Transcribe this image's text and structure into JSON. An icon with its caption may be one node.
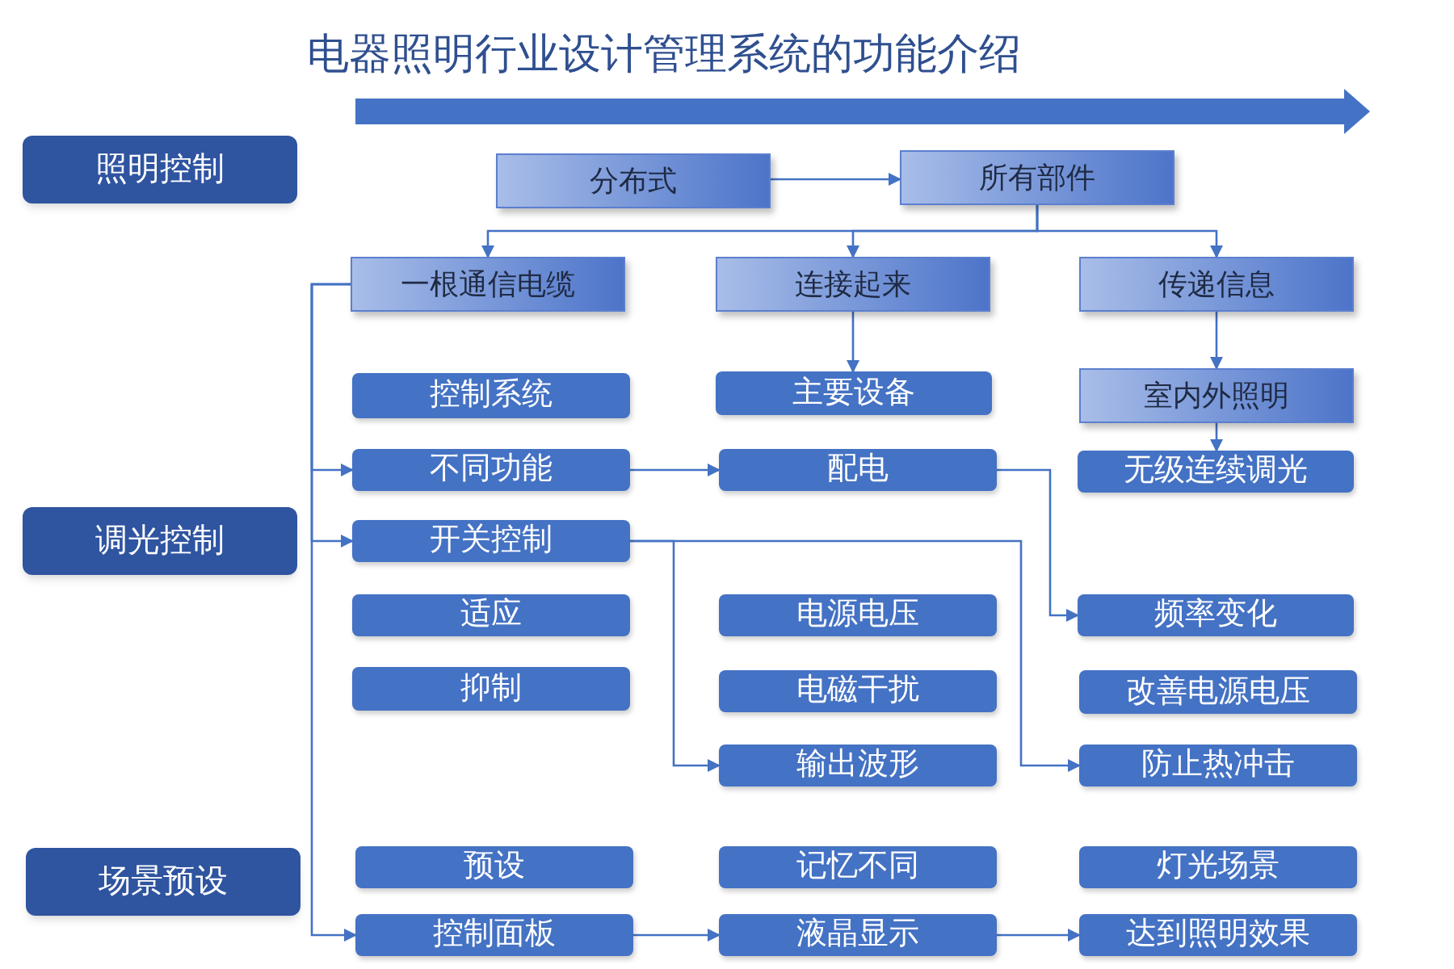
{
  "diagram": {
    "title": "电器照明行业设计管理系统的功能介绍",
    "nodes": [
      {
        "text": [
          "照明控制"
        ]
      },
      {
        "text": [
          "调光控制"
        ]
      },
      {
        "text": [
          "场景预设"
        ]
      },
      {
        "text": [
          "分布式"
        ]
      },
      {
        "text": [
          "所有部件"
        ]
      },
      {
        "text": [
          "一根通信电缆"
        ]
      },
      {
        "text": [
          "连接起来"
        ]
      },
      {
        "text": [
          "传递信息"
        ]
      },
      {
        "text": [
          "控制系统"
        ]
      },
      {
        "text": [
          "主要设备"
        ]
      },
      {
        "text": [
          "室内外照明"
        ]
      },
      {
        "text": [
          "不同功能"
        ]
      },
      {
        "text": [
          "配电"
        ]
      },
      {
        "text": [
          "无级连续调光"
        ]
      },
      {
        "text": [
          "开关控制"
        ]
      },
      {
        "text": [
          "适应"
        ]
      },
      {
        "text": [
          "电源电压"
        ]
      },
      {
        "text": [
          "频率变化"
        ]
      },
      {
        "text": [
          "抑制"
        ]
      },
      {
        "text": [
          "电磁干扰"
        ]
      },
      {
        "text": [
          "改善电源电压"
        ]
      },
      {
        "text": [
          "输出波形"
        ]
      },
      {
        "text": [
          "防止热冲击"
        ]
      },
      {
        "text": [
          "预设"
        ]
      },
      {
        "text": [
          "记忆不同"
        ]
      },
      {
        "text": [
          "灯光场景"
        ]
      },
      {
        "text": [
          "控制面板"
        ]
      },
      {
        "text": [
          "液晶显示"
        ]
      },
      {
        "text": [
          "达到照明效果"
        ]
      }
    ],
    "edges": [
      {
        "from": 3,
        "to": 4,
        "arrow": "to"
      },
      {
        "from": 4,
        "to": 5,
        "arrow": "to"
      },
      {
        "from": 4,
        "to": 6,
        "arrow": "to"
      },
      {
        "from": 4,
        "to": 7,
        "arrow": "to"
      },
      {
        "from": 6,
        "to": 9,
        "arrow": "to"
      },
      {
        "from": 7,
        "to": 10,
        "arrow": "to"
      },
      {
        "from": 10,
        "to": 13,
        "arrow": "to"
      },
      {
        "from": 5,
        "to": 11,
        "arrow": "to"
      },
      {
        "from": 5,
        "to": 14,
        "arrow": "to"
      },
      {
        "from": 5,
        "to": 26,
        "arrow": "to"
      },
      {
        "from": 11,
        "to": 12,
        "arrow": "to"
      },
      {
        "from": 12,
        "to": 17,
        "arrow": "to"
      },
      {
        "from": 14,
        "to": 21,
        "arrow": "to"
      },
      {
        "from": 14,
        "to": 22,
        "arrow": "to"
      },
      {
        "from": 26,
        "to": 27,
        "arrow": "to"
      },
      {
        "from": 27,
        "to": 28,
        "arrow": "to"
      }
    ]
  }
}
